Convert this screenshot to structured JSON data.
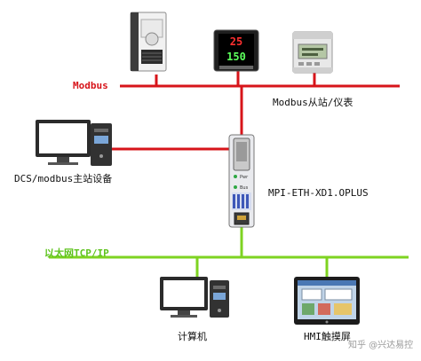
{
  "labels": {
    "modbus_bus": "Modbus",
    "modbus_slave": "Modbus从站/仪表",
    "dcs_master": "DCS/modbus主站设备",
    "gateway_model": "MPI-ETH-XD1.OPLUS",
    "ethernet_bus": "以太网TCP/IP",
    "computer": "计算机",
    "hmi": "HMI触摸屏",
    "watermark": "知乎 @兴达易控"
  },
  "controller_display": {
    "top": "25",
    "bottom": "150"
  },
  "gateway_leds": {
    "power": "Pwr",
    "bus": "Bus"
  },
  "colors": {
    "modbus_line": "#d7141a",
    "ethernet_line": "#7ed321"
  }
}
